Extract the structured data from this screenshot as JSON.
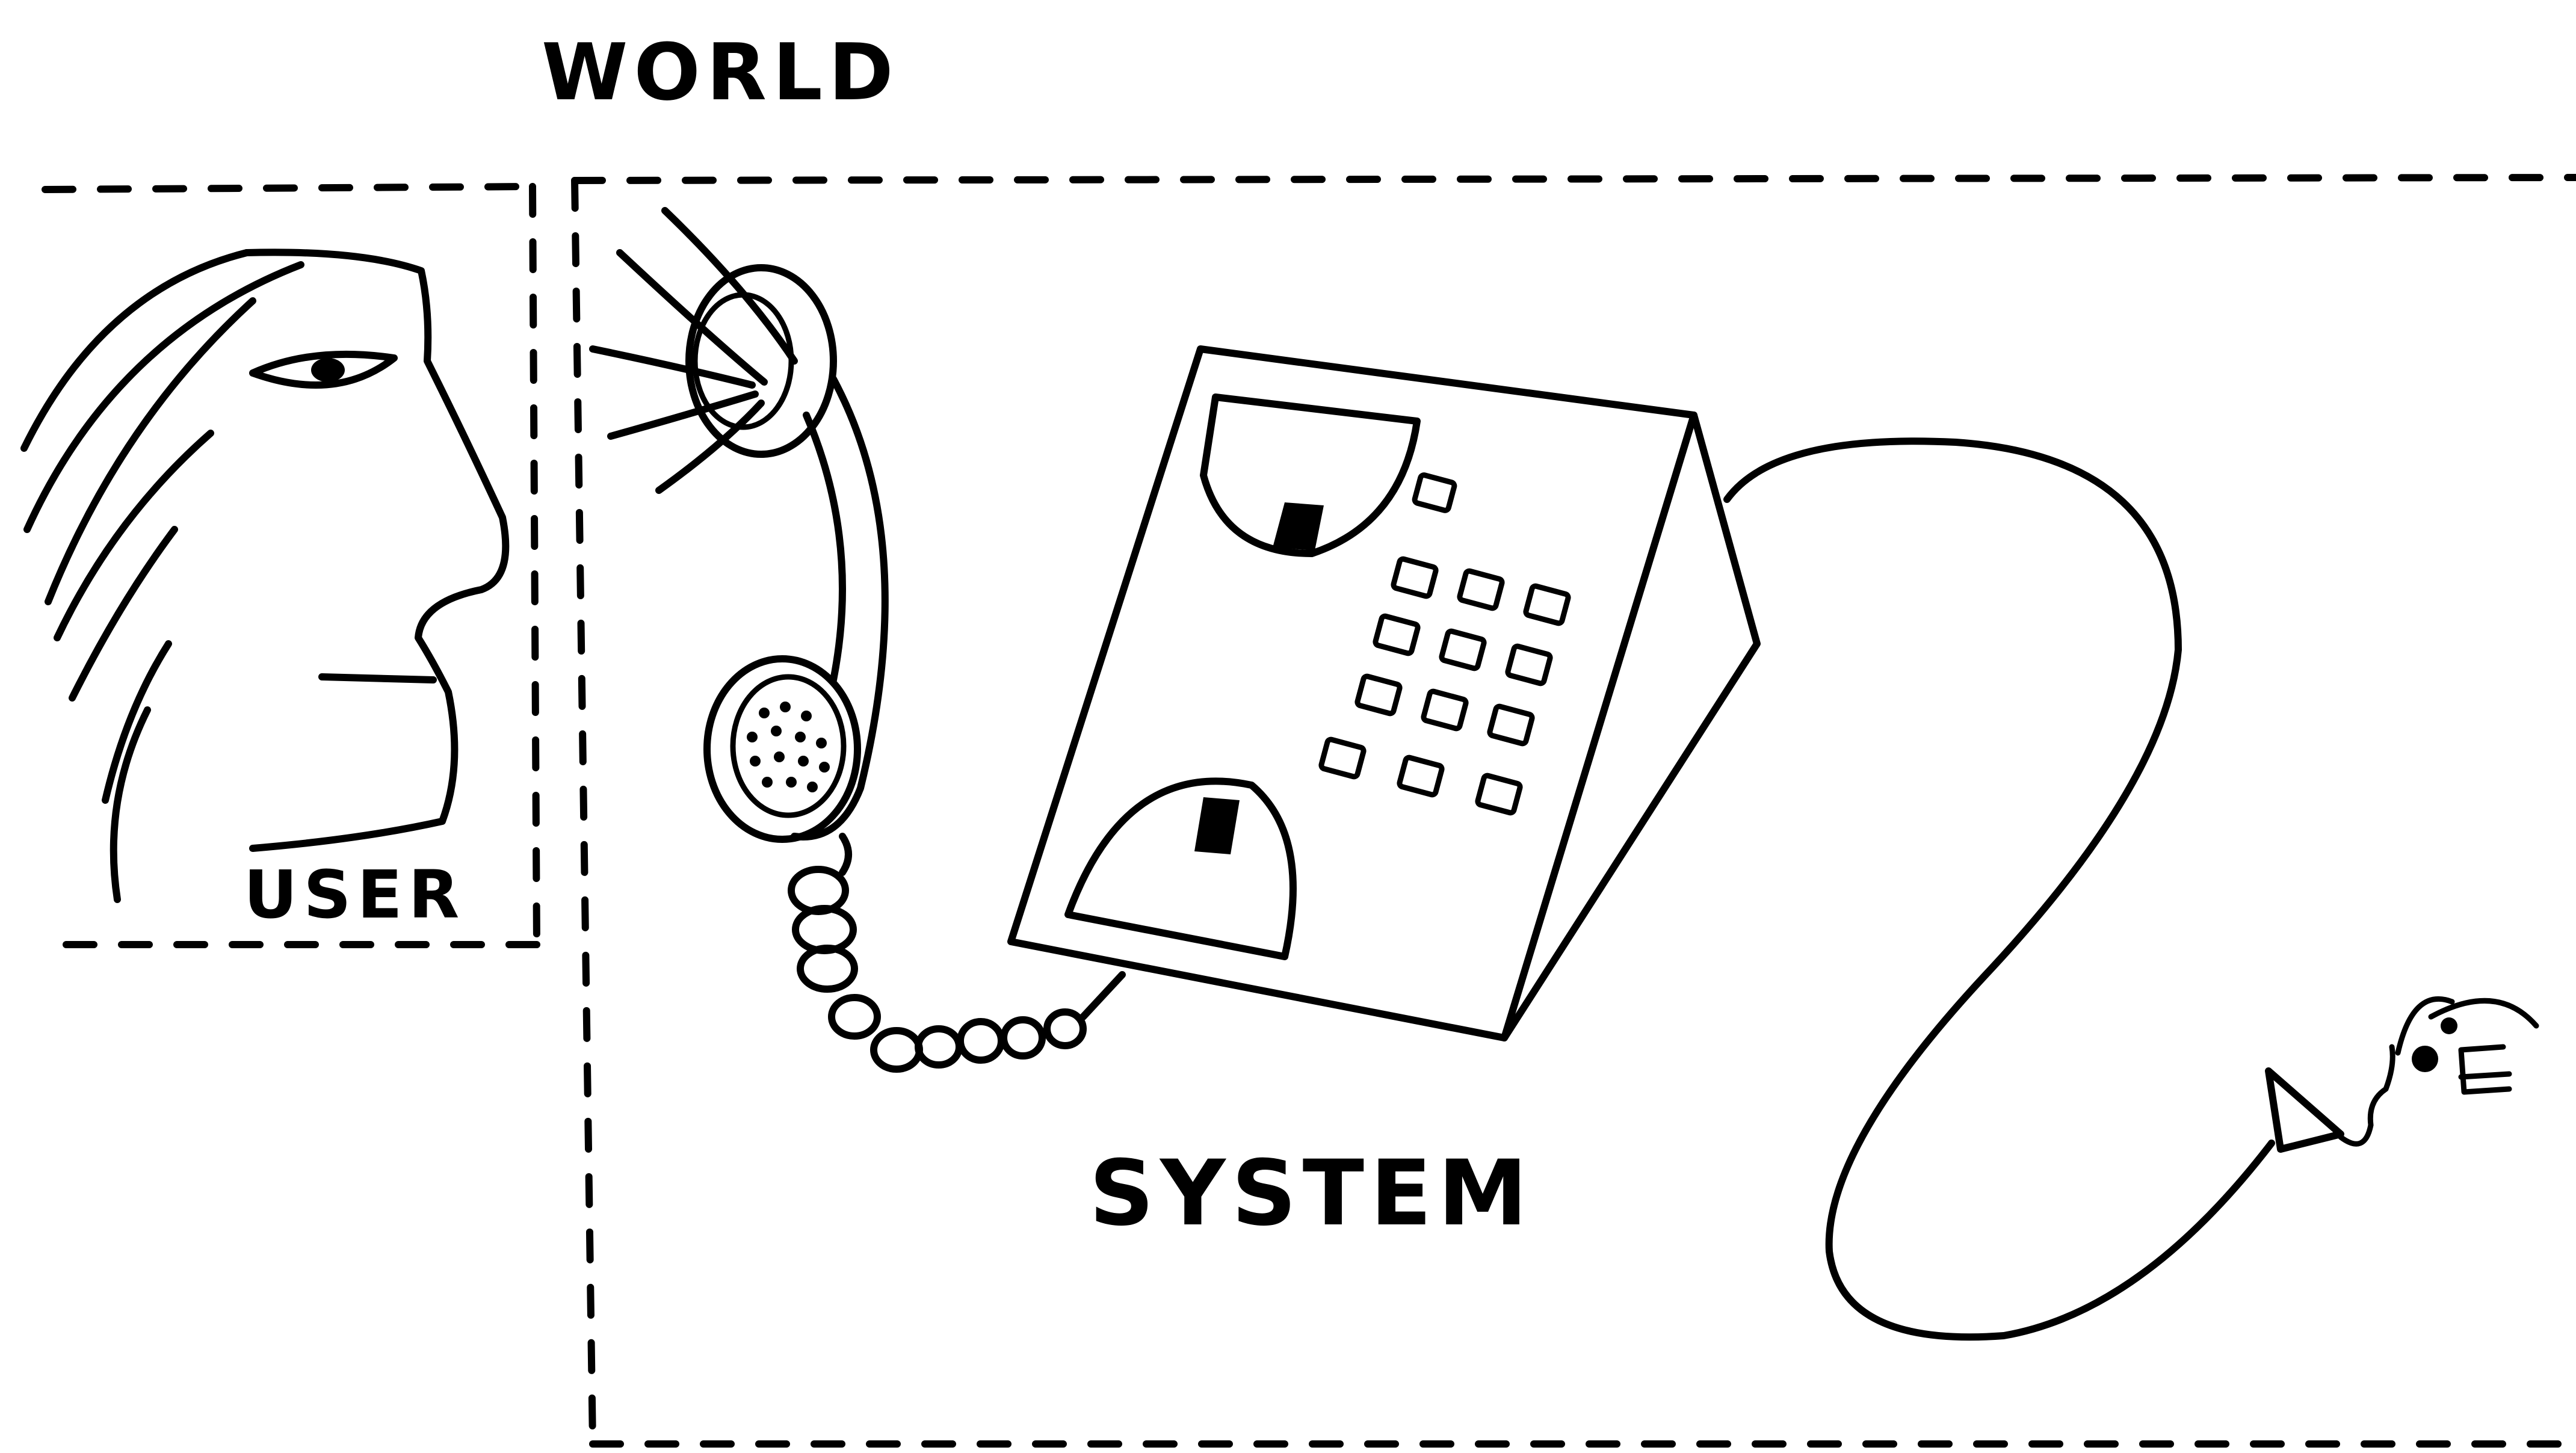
{
  "labels": {
    "world": "WORLD",
    "user": "USER",
    "system": "SYSTEM"
  },
  "colors": {
    "ink": "#000000",
    "background": "#ffffff"
  }
}
